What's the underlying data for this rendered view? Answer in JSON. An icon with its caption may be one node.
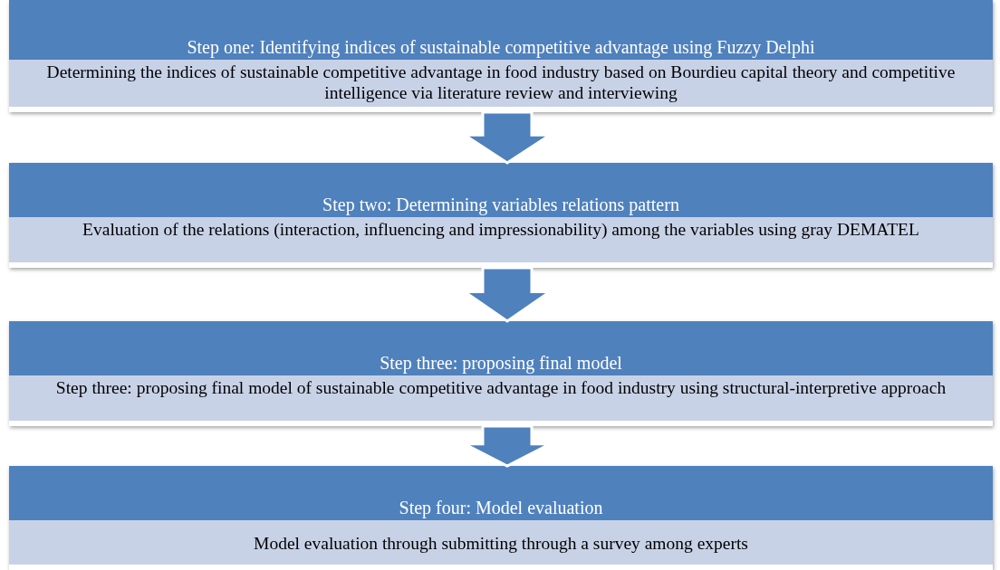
{
  "diagram": {
    "nodes": [
      {
        "text": [
          "Step one: Identifying indices of sustainable competitive advantage using Fuzzy Delphi",
          "Determining the indices of sustainable competitive advantage in food industry based on Bourdieu capital theory and competitive intelligence via literature review and interviewing"
        ]
      },
      {
        "text": [
          "Step two: Determining variables relations pattern",
          "Evaluation of the relations (interaction, influencing and impressionability) among the variables using gray DEMATEL"
        ]
      },
      {
        "text": [
          "Step three: proposing final model",
          "Step three: proposing final model of sustainable competitive advantage in food industry using structural-interpretive approach"
        ]
      },
      {
        "text": [
          "Step four: Model evaluation",
          "Model evaluation through submitting through a survey among experts"
        ]
      }
    ],
    "edges": [
      {
        "from": 0,
        "to": 1,
        "arrow": "to"
      },
      {
        "from": 1,
        "to": 2,
        "arrow": "to"
      },
      {
        "from": 2,
        "to": 3,
        "arrow": "to"
      }
    ]
  }
}
